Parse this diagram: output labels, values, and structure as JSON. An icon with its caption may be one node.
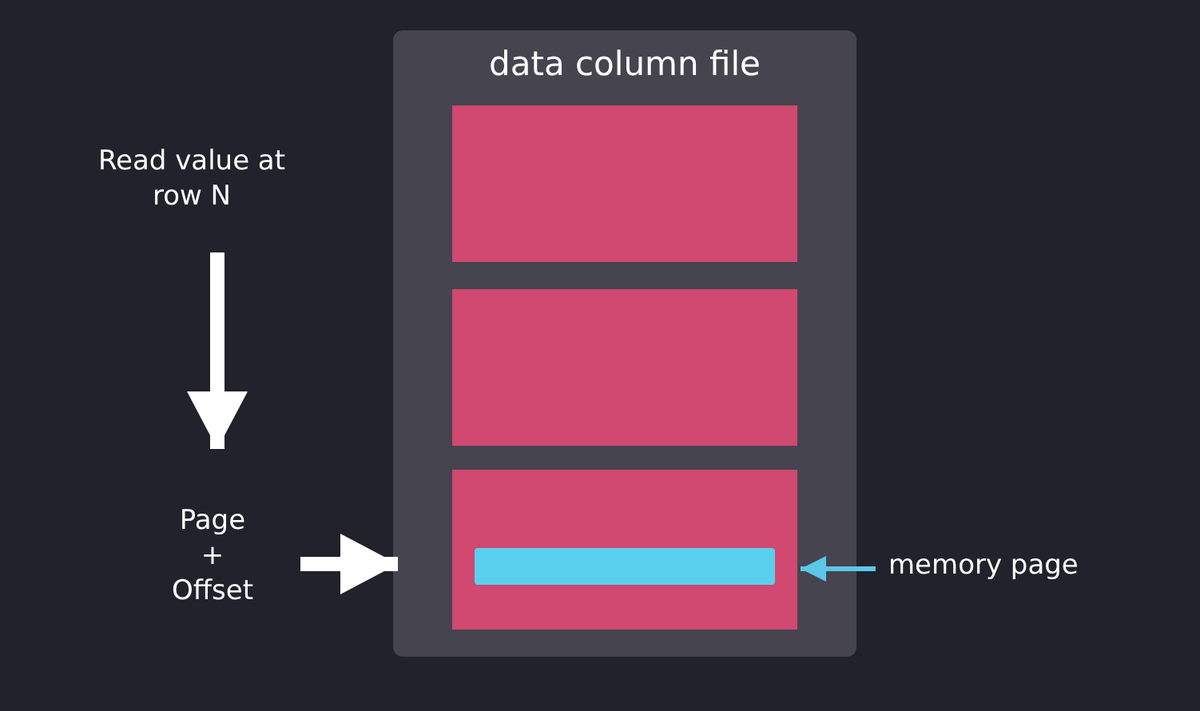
{
  "diagram": {
    "nodes": [
      {
        "text": [
          "data column file"
        ]
      },
      {
        "text": [],
        "shape": "box",
        "in": 0
      },
      {
        "text": [],
        "shape": "box",
        "in": 0
      },
      {
        "text": [],
        "shape": "box",
        "in": 0
      },
      {
        "text": [],
        "shape": "bar",
        "in": 3
      },
      {
        "text": [
          "Read value at row N"
        ]
      },
      {
        "text": [
          "Page + Offset"
        ]
      },
      {
        "text": [
          "memory page"
        ]
      }
    ],
    "edges": [
      {
        "from": 5,
        "to": 6,
        "arrow": "to"
      },
      {
        "from": 6,
        "to": 3,
        "arrow": "to"
      },
      {
        "from": 7,
        "to": 4,
        "arrow": "to",
        "color": "#5bc8e8"
      }
    ]
  }
}
